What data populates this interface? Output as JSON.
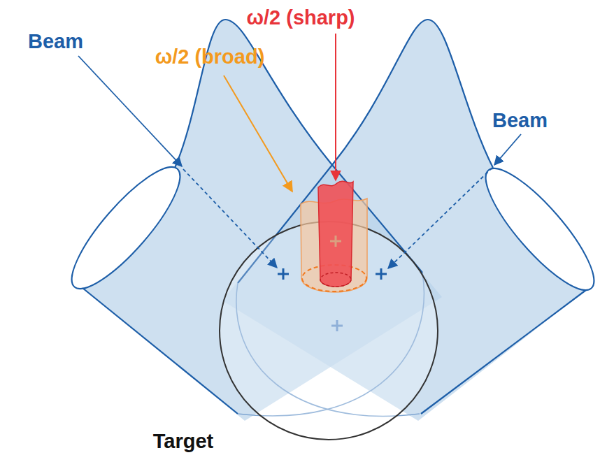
{
  "diagram": {
    "labels": [
      "Beam",
      "Beam",
      "ω/2 (broad)",
      "ω/2 (sharp)",
      "Target"
    ]
  }
}
